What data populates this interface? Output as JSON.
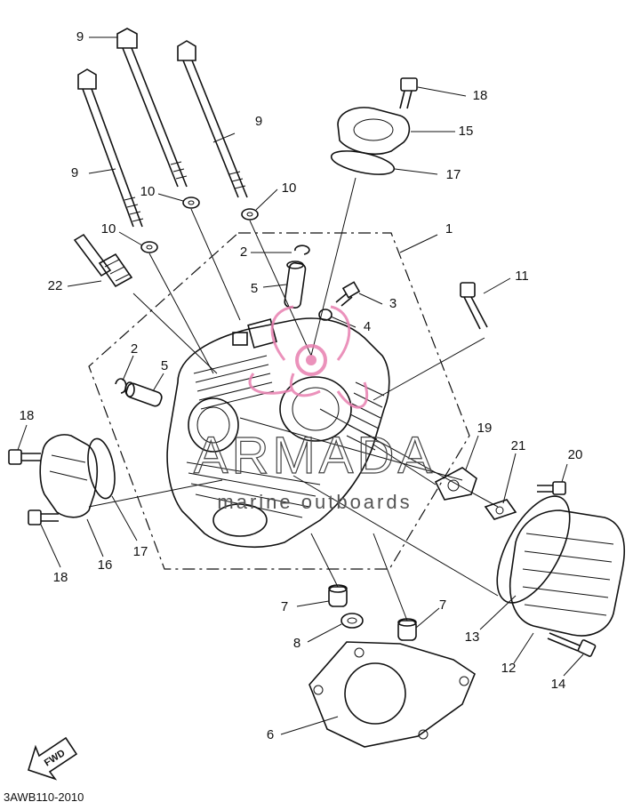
{
  "diagram": {
    "code": "3AWB110-2010",
    "fwd_label": "FWD",
    "watermark": {
      "brand": "ARMADA",
      "tagline": "marine outboards",
      "accent_color": "#e87fb0"
    },
    "callouts": {
      "c1": "1",
      "c2a": "2",
      "c2b": "2",
      "c3": "3",
      "c4": "4",
      "c5a": "5",
      "c5b": "5",
      "c6": "6",
      "c7a": "7",
      "c7b": "7",
      "c8": "8",
      "c9a": "9",
      "c9b": "9",
      "c9c": "9",
      "c10a": "10",
      "c10b": "10",
      "c10c": "10",
      "c11": "11",
      "c12": "12",
      "c13": "13",
      "c14": "14",
      "c15": "15",
      "c16": "16",
      "c17a": "17",
      "c17b": "17",
      "c18a": "18",
      "c18b": "18",
      "c18c": "18",
      "c19": "19",
      "c20": "20",
      "c21": "21",
      "c22": "22"
    }
  }
}
